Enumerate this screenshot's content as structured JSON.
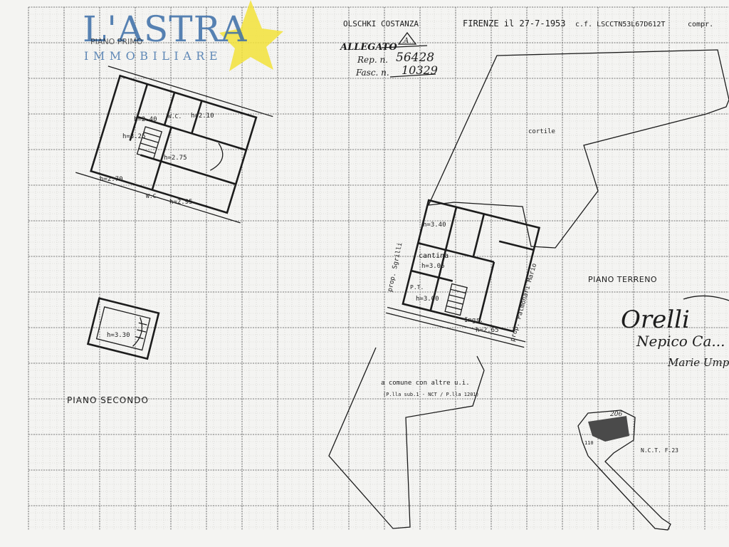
{
  "logo": {
    "name": "L'ASTRA",
    "tagline": "IMMOBILIARE",
    "brand_color": "#3b6ea8",
    "star_color": "#f2e23a"
  },
  "header": {
    "owner_line": "OLSCHKI COSTANZA",
    "city_date": "FIRENZE il 27-7-1953",
    "fiscal_code": "c.f. LSCCTN53L67D612T",
    "fiscal_suffix": "compr."
  },
  "allegato": {
    "title": "ALLEGATO",
    "letter": "A",
    "rep_label": "Rep. n.",
    "rep_value": "56428",
    "fasc_label": "Fasc. n.",
    "fasc_value": "10329"
  },
  "floors": {
    "primo": "PIANO PRIMO",
    "secondo": "PIANO SECONDO",
    "terreno": "PIANO TERRENO"
  },
  "rooms_primo": [
    "h=2.40",
    "W.C.",
    "h=2.10",
    "h=3.25",
    "h=2.75",
    "h=2.70",
    "W.C.",
    "h=2.95"
  ],
  "rooms_secondo": [
    "h=3.30"
  ],
  "rooms_terreno": [
    "h=3.40",
    "cantina",
    "h=3.05",
    "P.T.",
    "h=3.00",
    "Ingr.",
    "h=2.65"
  ],
  "labels": {
    "cortile": "cortile",
    "prop_left": "prop. Sgrilli",
    "prop_right": "prop. Palmonari Mario",
    "comune": "a comune con altre u.i.",
    "comune_ref": "(P.lla sub.1 - NCT / P.lla 1201)"
  },
  "map": {
    "plot_a": "206",
    "plot_b": "110",
    "reference": "N.C.T. F.23"
  },
  "signatures": [
    "Orelli",
    "Nepico Ca...",
    "Marie Umpa..."
  ]
}
